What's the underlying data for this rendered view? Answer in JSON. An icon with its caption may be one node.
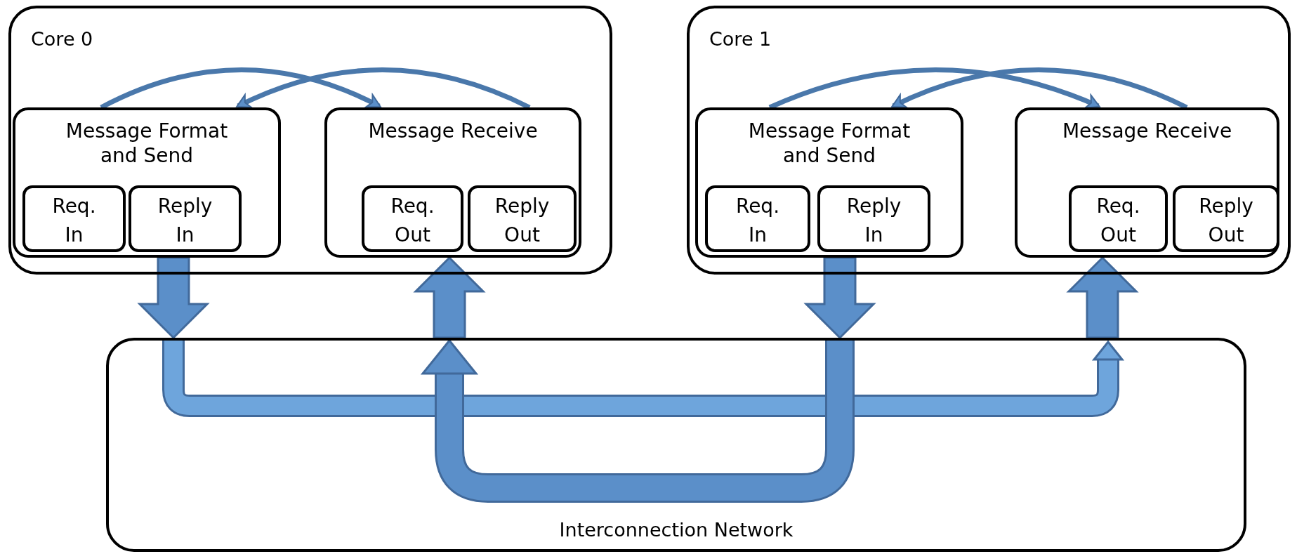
{
  "diagram": {
    "nodes": [
      {
        "text": [
          "Core 0"
        ]
      },
      {
        "text": [
          "Message Format and Send"
        ],
        "in": 0
      },
      {
        "text": [
          "Req. In"
        ],
        "in": 1
      },
      {
        "text": [
          "Reply In"
        ],
        "in": 1
      },
      {
        "text": [
          "Message Receive"
        ],
        "in": 0
      },
      {
        "text": [
          "Req. Out"
        ],
        "in": 4
      },
      {
        "text": [
          "Reply Out"
        ],
        "in": 4
      },
      {
        "text": [
          "Core 1"
        ]
      },
      {
        "text": [
          "Message Format and Send"
        ],
        "in": 7
      },
      {
        "text": [
          "Req. In"
        ],
        "in": 8
      },
      {
        "text": [
          "Reply In"
        ],
        "in": 8
      },
      {
        "text": [
          "Message Receive"
        ],
        "in": 7
      },
      {
        "text": [
          "Req. Out"
        ],
        "in": 11
      },
      {
        "text": [
          "Reply Out"
        ],
        "in": 11
      },
      {
        "text": [
          "Interconnection Network"
        ]
      }
    ],
    "edges": [
      {
        "from": 1,
        "to": 4,
        "arrow": "to"
      },
      {
        "from": 4,
        "to": 1,
        "arrow": "to"
      },
      {
        "from": 8,
        "to": 11,
        "arrow": "to"
      },
      {
        "from": 11,
        "to": 8,
        "arrow": "to"
      },
      {
        "from": 1,
        "to": 14,
        "arrow": "to"
      },
      {
        "from": 14,
        "to": 4,
        "arrow": "to"
      },
      {
        "from": 8,
        "to": 14,
        "arrow": "to"
      },
      {
        "from": 14,
        "to": 11,
        "arrow": "to"
      }
    ]
  }
}
